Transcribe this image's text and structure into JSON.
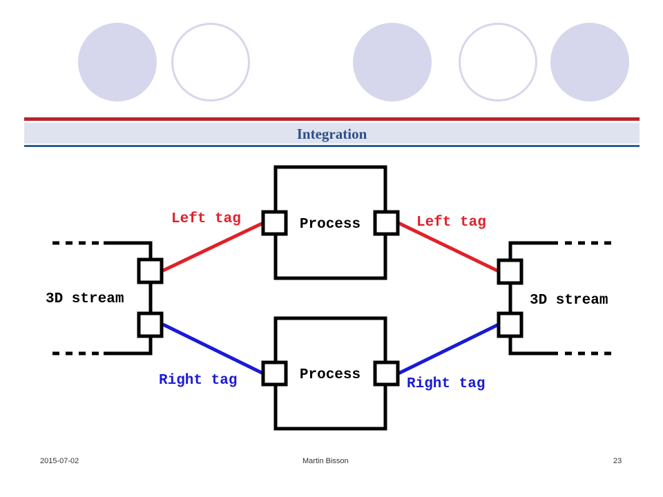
{
  "slide": {
    "title": "Integration",
    "decor_fill_color": "#d6d6ec",
    "accent_red": "#b8232b",
    "accent_blue": "#2e5c8a"
  },
  "diagram": {
    "process_top_label": "Process",
    "process_bottom_label": "Process",
    "left_stream_label": "3D stream",
    "right_stream_label": "3D stream",
    "left_tag_left": "Left tag",
    "left_tag_right": "Left tag",
    "right_tag_left": "Right tag",
    "right_tag_right": "Right tag",
    "left_tag_color": "#e0202a",
    "right_tag_color": "#1a1ad6"
  },
  "footer": {
    "date": "2015-07-02",
    "author": "Martin Bisson",
    "page_number": "23"
  }
}
